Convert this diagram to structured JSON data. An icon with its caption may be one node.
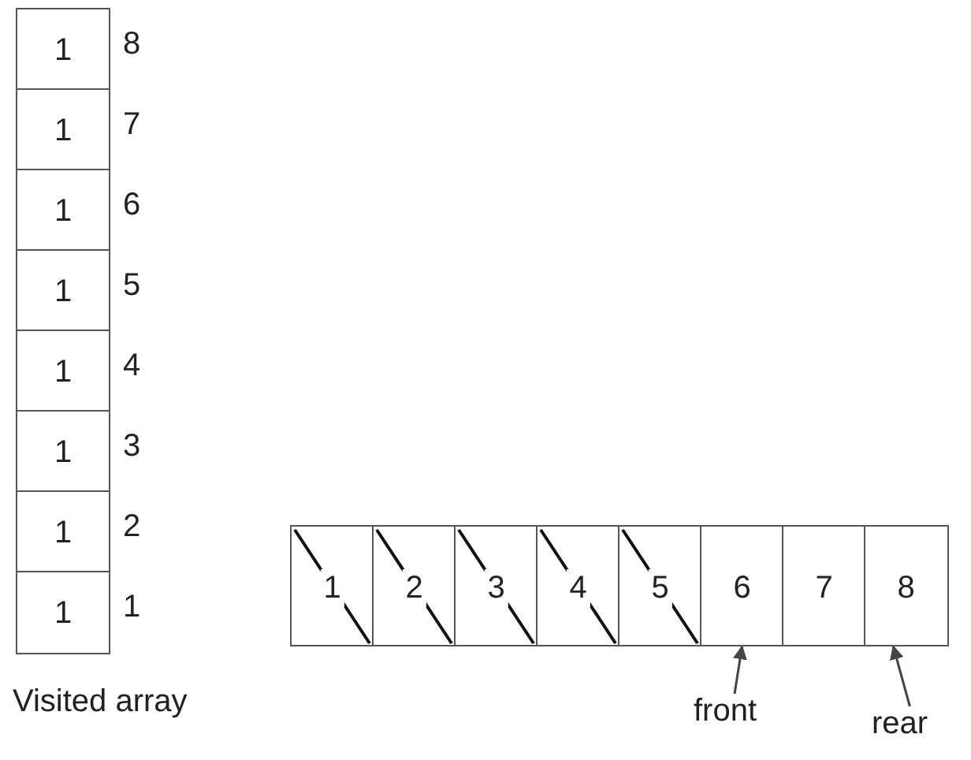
{
  "diagram": {
    "nodes": [
      {
        "text": [
          "1"
        ],
        "beside": [
          "8"
        ]
      },
      {
        "text": [
          "1"
        ],
        "beside": [
          "7"
        ]
      },
      {
        "text": [
          "1"
        ],
        "beside": [
          "6"
        ]
      },
      {
        "text": [
          "1"
        ],
        "beside": [
          "5"
        ]
      },
      {
        "text": [
          "1"
        ],
        "beside": [
          "4"
        ]
      },
      {
        "text": [
          "1"
        ],
        "beside": [
          "3"
        ]
      },
      {
        "text": [
          "1"
        ],
        "beside": [
          "2"
        ]
      },
      {
        "text": [
          "1"
        ],
        "beside": [
          "1"
        ]
      },
      {
        "text": [
          "1"
        ]
      },
      {
        "text": [
          "2"
        ]
      },
      {
        "text": [
          "3"
        ]
      },
      {
        "text": [
          "4"
        ]
      },
      {
        "text": [
          "5"
        ]
      },
      {
        "text": [
          "6"
        ]
      },
      {
        "text": [
          "7"
        ]
      },
      {
        "text": [
          "8"
        ]
      },
      {
        "text": [
          "front"
        ]
      },
      {
        "text": [
          "rear"
        ]
      }
    ],
    "edges": [
      {
        "from": 16,
        "to": 13,
        "arrow": "to"
      },
      {
        "from": 17,
        "to": 15,
        "arrow": "to"
      }
    ],
    "labels": [
      "Visited array"
    ]
  }
}
